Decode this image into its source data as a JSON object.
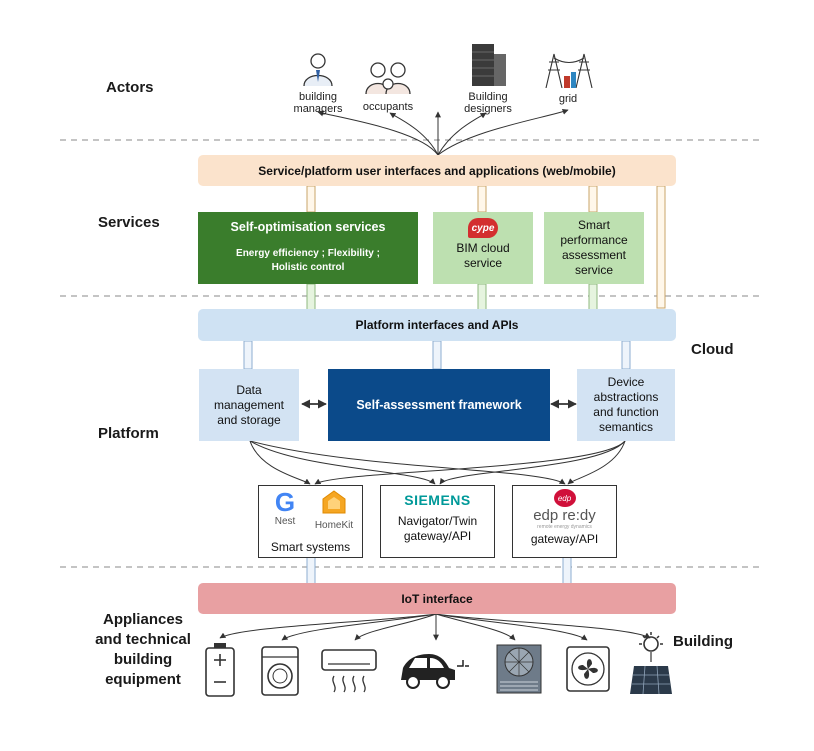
{
  "layers": {
    "actors": "Actors",
    "services": "Services",
    "cloud": "Cloud",
    "platform": "Platform",
    "appliances": [
      "Appliances",
      "and technical",
      "building",
      "equipment"
    ],
    "building": "Building"
  },
  "actors": [
    {
      "lines": [
        "building",
        "managers"
      ]
    },
    {
      "lines": [
        "occupants"
      ]
    },
    {
      "lines": [
        "Building",
        "designers"
      ]
    },
    {
      "lines": [
        "grid"
      ]
    }
  ],
  "service_bar": "Service/platform user interfaces and applications (web/mobile)",
  "self_opt": {
    "title": "Self-optimisation services",
    "line1": "Energy efficiency  ;  Flexibility  ;",
    "line2": "Holistic control"
  },
  "bim": {
    "logo": "cype",
    "lines": [
      "BIM cloud",
      "service"
    ]
  },
  "smart_perf": {
    "lines": [
      "Smart",
      "performance",
      "assessment",
      "service"
    ]
  },
  "platform_bar": "Platform interfaces and APIs",
  "data_mgmt": {
    "lines": [
      "Data",
      "management",
      "and storage"
    ]
  },
  "self_assess": "Self-assessment framework",
  "device_abs": {
    "lines": [
      "Device",
      "abstractions",
      "and function",
      "semantics"
    ]
  },
  "gateways": {
    "smart": {
      "logo1": "G",
      "logo1_caption": "Nest",
      "logo2_caption": "HomeKit",
      "label": "Smart systems"
    },
    "siemens": {
      "logo": "SIEMENS",
      "lines": [
        "Navigator/Twin",
        "gateway/API"
      ]
    },
    "edp": {
      "badge": "edp",
      "logo": "edp re:dy",
      "tagline": "remote energy dynamics",
      "label": "gateway/API"
    }
  },
  "iot_bar": "IoT interface",
  "devices": [
    "battery-icon",
    "washing-machine-icon",
    "air-conditioner-icon",
    "electric-car-icon",
    "hvac-unit-icon",
    "ventilation-fan-icon",
    "solar-panel-icon"
  ],
  "colors": {
    "service_bar": "#fbe3cc",
    "dark_green": "#3a7d2c",
    "light_green": "#bde0b0",
    "platform_bar": "#cfe2f3",
    "navy": "#0b4a8a",
    "light_blue": "#d3e3f3",
    "iot_bar": "#e8a0a2",
    "arrow": "#333333"
  }
}
